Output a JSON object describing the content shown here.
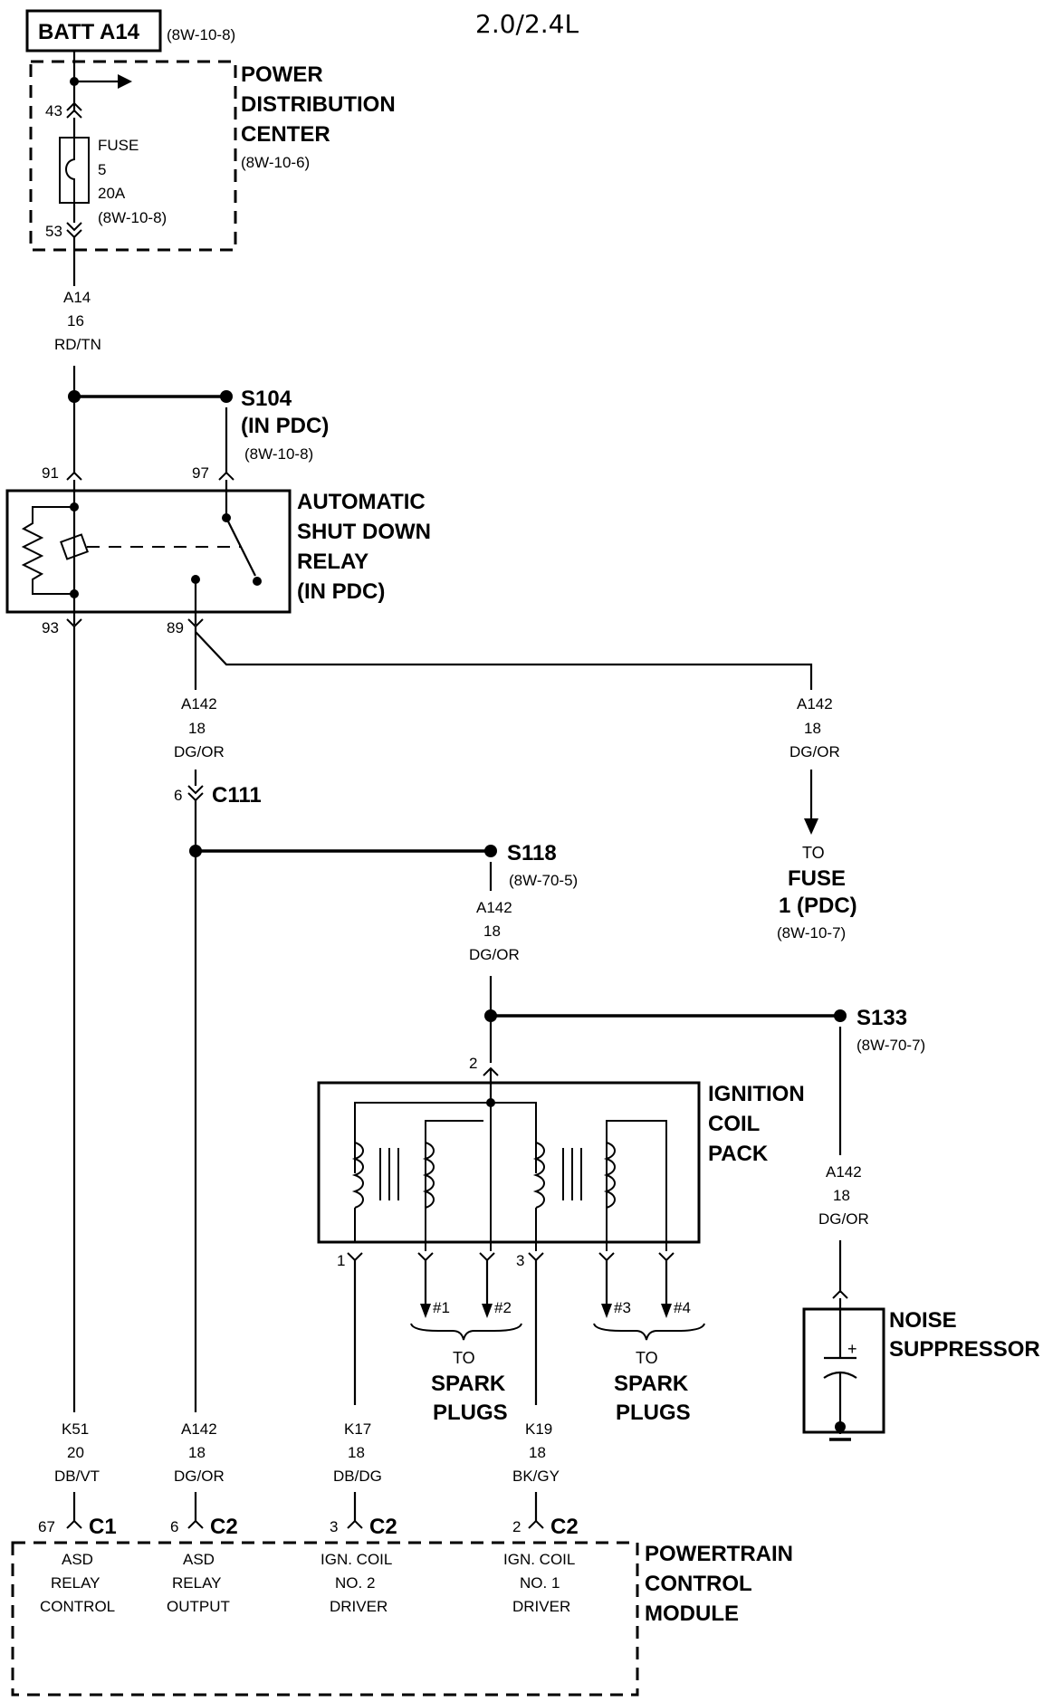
{
  "title": "2.0/2.4L",
  "batt": {
    "label": "BATT A14",
    "ref": "(8W-10-8)"
  },
  "pdc": {
    "line1": "POWER",
    "line2": "DISTRIBUTION",
    "line3": "CENTER",
    "ref": "(8W-10-6)",
    "pin_top": "43",
    "pin_bottom": "53"
  },
  "fuse": {
    "line1": "FUSE",
    "line2": "5",
    "line3": "20A",
    "ref": "(8W-10-8)"
  },
  "wire_a14": {
    "id": "A14",
    "gauge": "16",
    "color": "RD/TN"
  },
  "s104": {
    "label": "S104",
    "sub": "(IN PDC)",
    "ref": "(8W-10-8)"
  },
  "asd": {
    "line1": "AUTOMATIC",
    "line2": "SHUT DOWN",
    "line3": "RELAY",
    "line4": "(IN PDC)",
    "pin91": "91",
    "pin97": "97",
    "pin93": "93",
    "pin89": "89"
  },
  "wire_a142_left": {
    "id": "A142",
    "gauge": "18",
    "color": "DG/OR"
  },
  "wire_a142_right": {
    "id": "A142",
    "gauge": "18",
    "color": "DG/OR"
  },
  "to_fuse": {
    "line1": "TO",
    "line2": "FUSE",
    "line3": "1 (PDC)",
    "ref": "(8W-10-7)"
  },
  "c111": {
    "pin": "6",
    "label": "C111"
  },
  "s118": {
    "label": "S118",
    "ref": "(8W-70-5)"
  },
  "wire_a142_s118": {
    "id": "A142",
    "gauge": "18",
    "color": "DG/OR"
  },
  "s133": {
    "label": "S133",
    "ref": "(8W-70-7)"
  },
  "coil": {
    "line1": "IGNITION",
    "line2": "COIL",
    "line3": "PACK",
    "pin2": "2",
    "pin1": "1",
    "pin3": "3"
  },
  "plugs_a": {
    "p1": "#1",
    "p2": "#2",
    "to": "TO",
    "line1": "SPARK",
    "line2": "PLUGS"
  },
  "plugs_b": {
    "p1": "#3",
    "p2": "#4",
    "to": "TO",
    "line1": "SPARK",
    "line2": "PLUGS"
  },
  "wire_a142_s133": {
    "id": "A142",
    "gauge": "18",
    "color": "DG/OR"
  },
  "noise": {
    "line1": "NOISE",
    "line2": "SUPPRESSOR",
    "plus": "+"
  },
  "wire_k51": {
    "id": "K51",
    "gauge": "20",
    "color": "DB/VT"
  },
  "wire_a142_pcm": {
    "id": "A142",
    "gauge": "18",
    "color": "DG/OR"
  },
  "wire_k17": {
    "id": "K17",
    "gauge": "18",
    "color": "DB/DG"
  },
  "wire_k19": {
    "id": "K19",
    "gauge": "18",
    "color": "BK/GY"
  },
  "pcm": {
    "line1": "POWERTRAIN",
    "line2": "CONTROL",
    "line3": "MODULE",
    "conn1": {
      "pin": "67",
      "label": "C1",
      "func1": "ASD",
      "func2": "RELAY",
      "func3": "CONTROL"
    },
    "conn2": {
      "pin": "6",
      "label": "C2",
      "func1": "ASD",
      "func2": "RELAY",
      "func3": "OUTPUT"
    },
    "conn3": {
      "pin": "3",
      "label": "C2",
      "func1": "IGN. COIL",
      "func2": "NO. 2",
      "func3": "DRIVER"
    },
    "conn4": {
      "pin": "2",
      "label": "C2",
      "func1": "IGN. COIL",
      "func2": "NO. 1",
      "func3": "DRIVER"
    }
  }
}
